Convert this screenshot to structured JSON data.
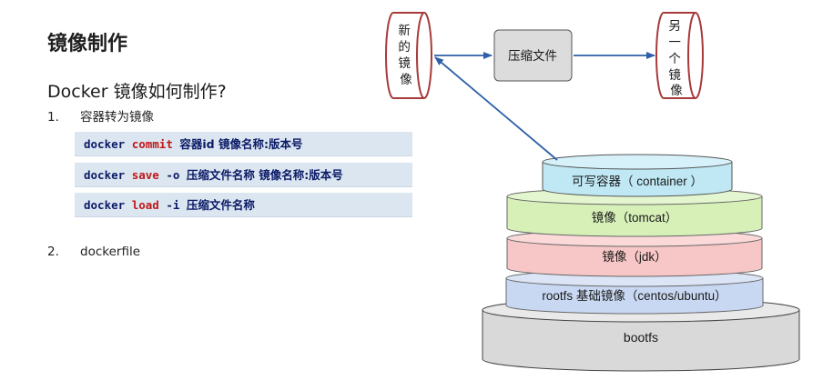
{
  "slide": {
    "title": "镜像制作",
    "subtitle": "Docker 镜像如何制作?",
    "steps": [
      {
        "num": "1.",
        "label": "容器转为镜像"
      },
      {
        "num": "2.",
        "label": "dockerfile"
      }
    ],
    "commands": [
      {
        "prefix": "docker ",
        "cmd": "commit",
        "opt": " ",
        "args": "容器id 镜像名称:版本号"
      },
      {
        "prefix": "docker ",
        "cmd": "save",
        "opt": " -o ",
        "args": "压缩文件名称 镜像名称:版本号"
      },
      {
        "prefix": "docker ",
        "cmd": "load",
        "opt": " -i ",
        "args": "压缩文件名称"
      }
    ]
  },
  "diagram": {
    "new_image_label": "新的镜像",
    "compress_label": "压缩文件",
    "another_image_label": "另一个镜像",
    "layers": {
      "container": "可写容器（ container ）",
      "tomcat": "镜像（tomcat）",
      "jdk": "镜像（jdk）",
      "rootfs": "rootfs 基础镜像（centos/ubuntu）",
      "bootfs": "bootfs"
    },
    "colors": {
      "scroll_border": "#a83a3a",
      "arrow": "#2e5fa8",
      "container_fill": "#bfe8f4",
      "tomcat_fill": "#d6f0b8",
      "jdk_fill": "#f7c6c6",
      "rootfs_fill": "#c9d8f2",
      "bootfs_fill": "#d9d9d9",
      "compress_fill": "#dcdcdc"
    }
  }
}
